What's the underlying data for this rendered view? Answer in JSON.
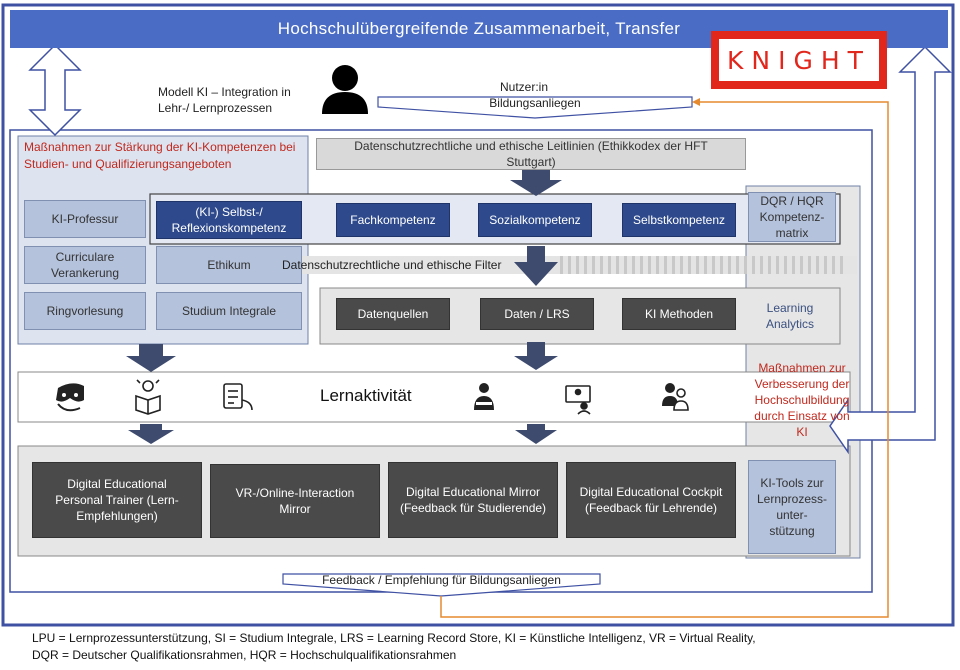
{
  "header": {
    "title": "Hochschulübergreifende Zusammenarbeit, Transfer"
  },
  "logo": {
    "text": "KNIGHT",
    "color": "#e1261c"
  },
  "modell": {
    "label": "Modell KI – Integration in Lehr-/ Lernprozessen"
  },
  "nutzer": {
    "label": "Nutzer:in",
    "arrow_label": "Bildungsanliegen"
  },
  "left_panel": {
    "title": "Maßnahmen zur Stärkung der KI-Kompetenzen bei Studien- und Qualifizierungsangeboten",
    "items": [
      "KI-Professur",
      "Curriculare Verankerung",
      "Ethikum",
      "Ringvorlesung",
      "Studium Integrale"
    ]
  },
  "guidelines": {
    "label": "Datenschutzrechtliche und ethische Leitlinien (Ethikkodex der HFT Stuttgart)"
  },
  "competences": [
    "(KI-) Selbst-/ Reflexionskompetenz",
    "Fachkompetenz",
    "Sozialkompetenz",
    "Selbstkompetenz"
  ],
  "dqr": {
    "label": "DQR / HQR Kompetenz-matrix"
  },
  "filter": {
    "label": "Datenschutzrechtliche und ethische Filter"
  },
  "analytics": {
    "items": [
      "Datenquellen",
      "Daten / LRS",
      "KI Methoden"
    ],
    "label": "Learning Analytics"
  },
  "improve": {
    "label": "Maßnahmen zur Verbesserung der Hochschulbildung durch Einsatz von KI"
  },
  "lernaktivitaet": {
    "label": "Lernaktivität"
  },
  "tools": {
    "items": [
      "Digital Educational Personal Trainer (Lern-Empfehlungen)",
      "VR-/Online-Interaction Mirror",
      "Digital Educational Mirror (Feedback für Studierende)",
      "Digital Educational Cockpit (Feedback für Lehrende)"
    ],
    "label": "KI-Tools zur Lernprozess-unter-stützung"
  },
  "feedback": {
    "label": "Feedback / Empfehlung für Bildungsanliegen"
  },
  "footnote": {
    "line1": "LPU = Lernprozessunterstützung, SI = Studium Integrale, LRS = Learning Record Store, KI = Künstliche Intelligenz, VR = Virtual Reality,",
    "line2": "DQR = Deutscher Qualifikationsrahmen, HQR = Hochschulqualifikationsrahmen"
  },
  "colors": {
    "header": "#4a6cc4",
    "frame": "#3f51a3",
    "dark_box": "#4a4a4a",
    "blue_box": "#2e4a8c",
    "arrow": "#3e4b6e",
    "orange_line": "#e58a2e"
  }
}
